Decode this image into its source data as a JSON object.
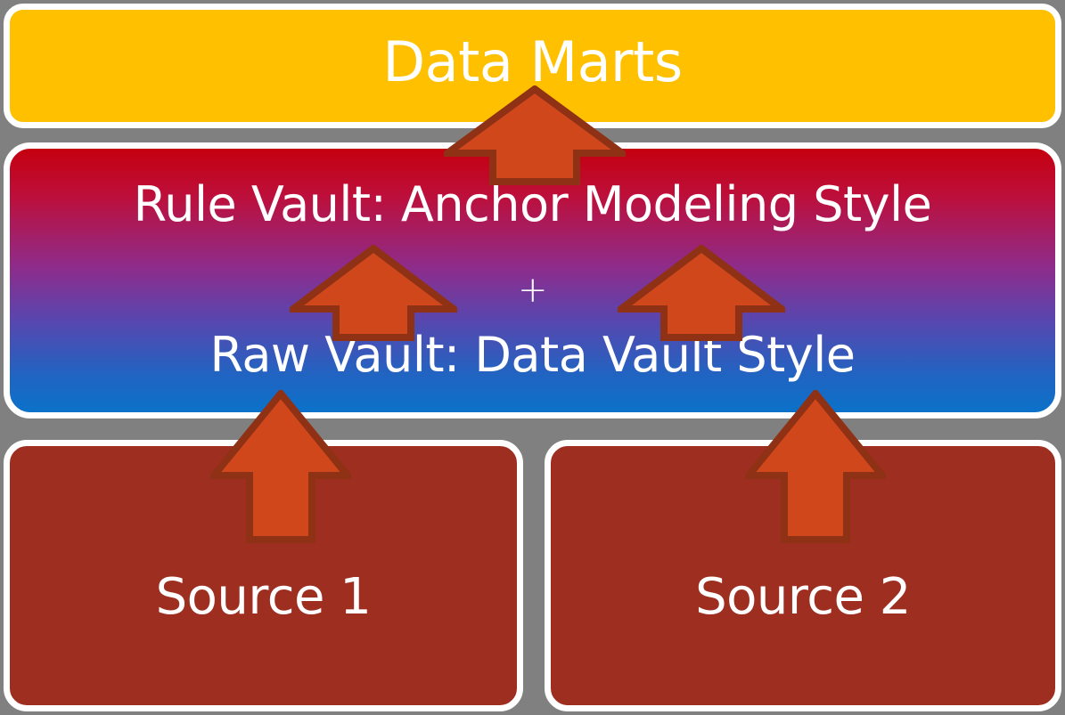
{
  "diagram": {
    "title": "Data Vault / Anchor Modeling layered architecture",
    "background_color": "#808080",
    "layers": {
      "marts": {
        "label": "Data Marts",
        "color": "#ffc000"
      },
      "vault": {
        "rule_label": "Rule Vault: Anchor Modeling Style",
        "plus_label": "+",
        "raw_label": "Raw Vault: Data Vault Style",
        "gradient_top_color": "#c5000f",
        "gradient_mid_color": "#7a38a0",
        "gradient_bottom_color": "#0b72c9"
      },
      "sources": [
        {
          "label": "Source 1",
          "color": "#9e2e20"
        },
        {
          "label": "Source 2",
          "color": "#9e2e20"
        }
      ]
    },
    "arrows": {
      "fill_color": "#d1471c",
      "stroke_color": "#8e3115",
      "items": [
        {
          "name": "arrow-source1-to-raw-vault",
          "from": "Source 1",
          "to": "Raw Vault"
        },
        {
          "name": "arrow-source2-to-raw-vault",
          "from": "Source 2",
          "to": "Raw Vault"
        },
        {
          "name": "arrow-raw-vault-to-rule-vault-left",
          "from": "Raw Vault",
          "to": "Rule Vault"
        },
        {
          "name": "arrow-raw-vault-to-rule-vault-right",
          "from": "Raw Vault",
          "to": "Rule Vault"
        },
        {
          "name": "arrow-vault-to-data-marts",
          "from": "Rule Vault",
          "to": "Data Marts"
        }
      ]
    }
  }
}
